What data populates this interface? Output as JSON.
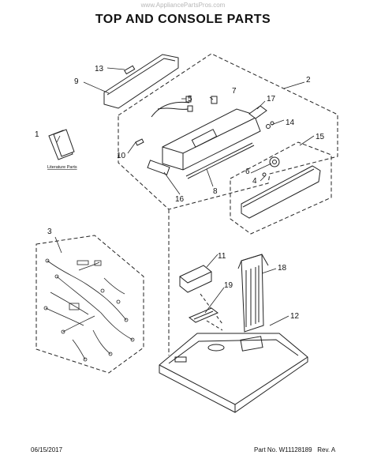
{
  "watermark": "www.AppliancePartsPros.com",
  "title": "TOP AND CONSOLE PARTS",
  "footer": {
    "date": "06/15/2017",
    "part_no_label": "Part No.",
    "part_no": "W11128189",
    "rev_label": "Rev.",
    "rev": "A"
  },
  "literature_label": "Literature Parts",
  "callouts": [
    "1",
    "2",
    "3",
    "4",
    "5",
    "6",
    "7",
    "8",
    "9",
    "10",
    "11",
    "12",
    "13",
    "14",
    "15",
    "16",
    "17",
    "18",
    "19"
  ]
}
